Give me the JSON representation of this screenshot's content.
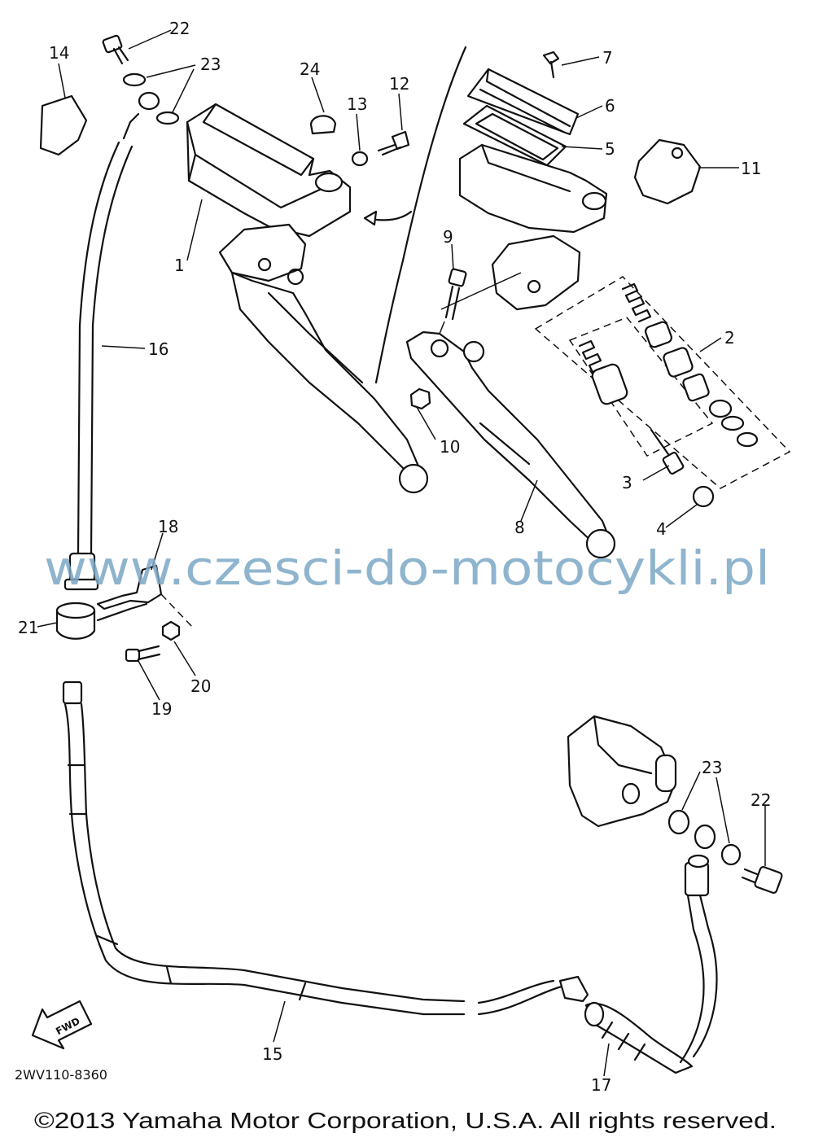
{
  "diagram_code": "2WV110-8360",
  "watermark": "www.czesci-do-motocykli.pl",
  "copyright": "©2013 Yamaha Motor Corporation, U.S.A. All rights reserved.",
  "fwd_label": "FWD",
  "callouts": {
    "c1": "1",
    "c2": "2",
    "c3": "3",
    "c4": "4",
    "c5": "5",
    "c6": "6",
    "c7": "7",
    "c8": "8",
    "c9": "9",
    "c10": "10",
    "c11": "11",
    "c12": "12",
    "c13": "13",
    "c14": "14",
    "c15": "15",
    "c16": "16",
    "c17": "17",
    "c18": "18",
    "c19": "19",
    "c20": "20",
    "c21": "21",
    "c22a": "22",
    "c22b": "22",
    "c23a": "23",
    "c23b": "23",
    "c24": "24"
  }
}
